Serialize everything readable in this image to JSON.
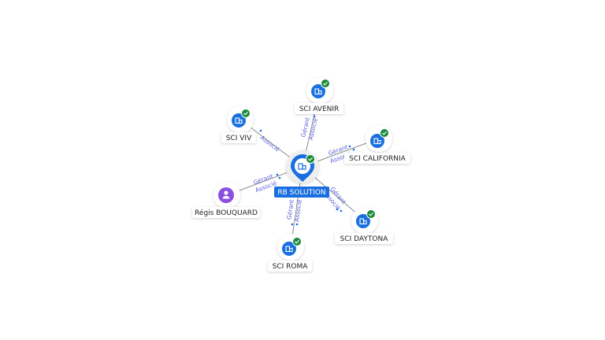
{
  "colors": {
    "edge": "#8c8c8c",
    "edge_label": "#5a5fd6",
    "company": "#1a6fe0",
    "person": "#8a4fe0",
    "check": "#1b8a3a",
    "center_label_bg": "#1a6fe0"
  },
  "center": {
    "name": "RB SOLUTION",
    "icon": "building-icon",
    "badge": "check-icon"
  },
  "nodes": [
    {
      "id": "sci-avenir",
      "name": "SCI AVENIR",
      "kind": "company",
      "icon": "building-icon",
      "badge": "check-icon",
      "edge_labels": [
        "Gérant",
        "Associé"
      ]
    },
    {
      "id": "sci-viv",
      "name": "SCI VIV",
      "kind": "company",
      "icon": "building-icon",
      "badge": "check-icon",
      "edge_labels": [
        "Associé"
      ]
    },
    {
      "id": "sci-california",
      "name": "SCI CALIFORNIA",
      "kind": "company",
      "icon": "building-icon",
      "badge": "check-icon",
      "edge_labels": [
        "Gérant",
        "Associé"
      ]
    },
    {
      "id": "regis-bouquard",
      "name": "Régis BOUQUARD",
      "kind": "person",
      "icon": "person-icon",
      "badge": "",
      "edge_labels": [
        "Gérant",
        "Associé"
      ]
    },
    {
      "id": "sci-daytona",
      "name": "SCI DAYTONA",
      "kind": "company",
      "icon": "building-icon",
      "badge": "check-icon",
      "edge_labels": [
        "Gérant",
        "Associé"
      ]
    },
    {
      "id": "sci-roma",
      "name": "SCI ROMA",
      "kind": "company",
      "icon": "building-icon",
      "badge": "check-icon",
      "edge_labels": [
        "Gérant",
        "Associé"
      ]
    }
  ]
}
